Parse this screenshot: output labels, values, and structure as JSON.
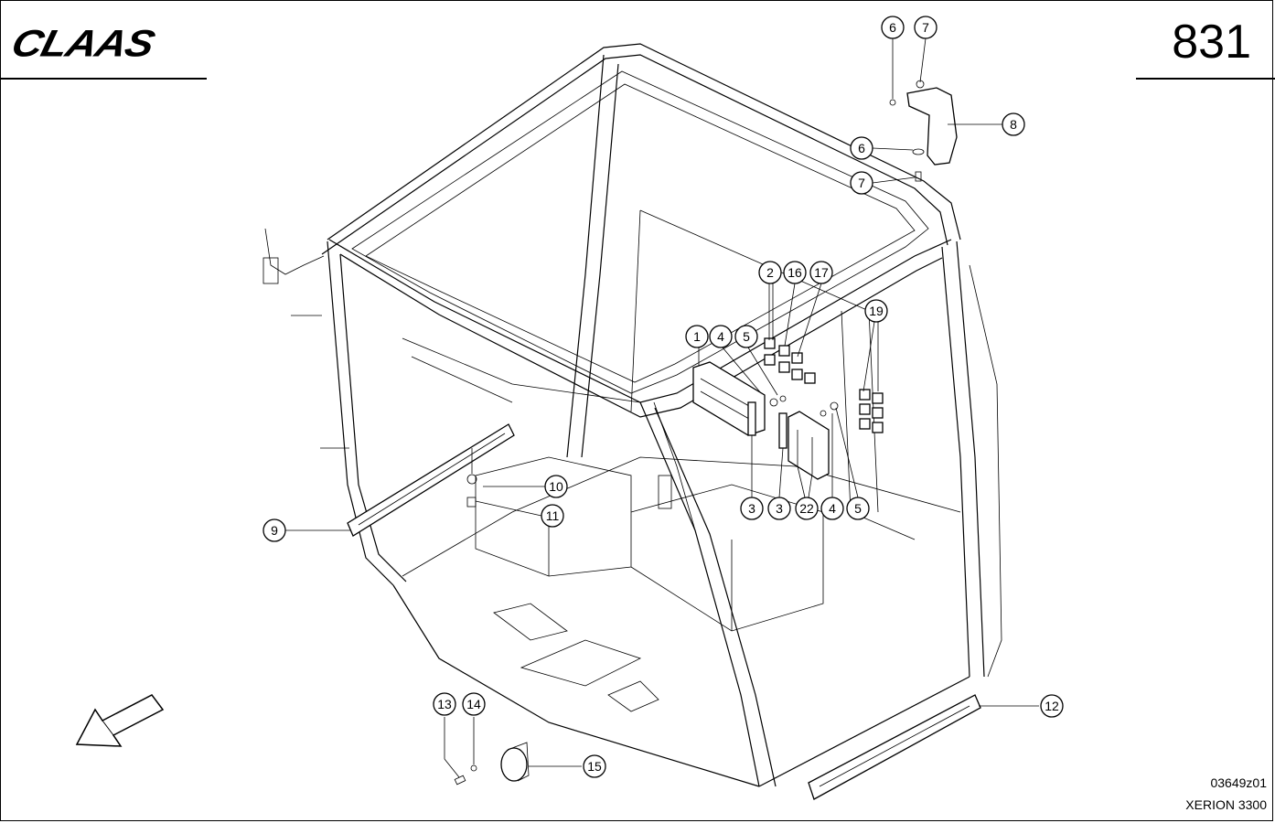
{
  "header": {
    "brand": "CLAAS",
    "page_number": "831"
  },
  "footer": {
    "drawing_code": "03649z01",
    "model": "XERION 3300"
  },
  "callouts": [
    {
      "id": "c6a",
      "label": "6"
    },
    {
      "id": "c7a",
      "label": "7"
    },
    {
      "id": "c8",
      "label": "8"
    },
    {
      "id": "c6b",
      "label": "6"
    },
    {
      "id": "c7b",
      "label": "7"
    },
    {
      "id": "c2",
      "label": "2"
    },
    {
      "id": "c16",
      "label": "16"
    },
    {
      "id": "c17",
      "label": "17"
    },
    {
      "id": "c19",
      "label": "19"
    },
    {
      "id": "c1",
      "label": "1"
    },
    {
      "id": "c4a",
      "label": "4"
    },
    {
      "id": "c5a",
      "label": "5"
    },
    {
      "id": "c10",
      "label": "10"
    },
    {
      "id": "c11",
      "label": "11"
    },
    {
      "id": "c9",
      "label": "9"
    },
    {
      "id": "c3a",
      "label": "3"
    },
    {
      "id": "c3b",
      "label": "3"
    },
    {
      "id": "c22",
      "label": "22"
    },
    {
      "id": "c4b",
      "label": "4"
    },
    {
      "id": "c5b",
      "label": "5"
    },
    {
      "id": "c12",
      "label": "12"
    },
    {
      "id": "c13",
      "label": "13"
    },
    {
      "id": "c14",
      "label": "14"
    },
    {
      "id": "c15",
      "label": "15"
    }
  ],
  "icons": {
    "direction_arrow": "arrow-down-left-icon"
  }
}
